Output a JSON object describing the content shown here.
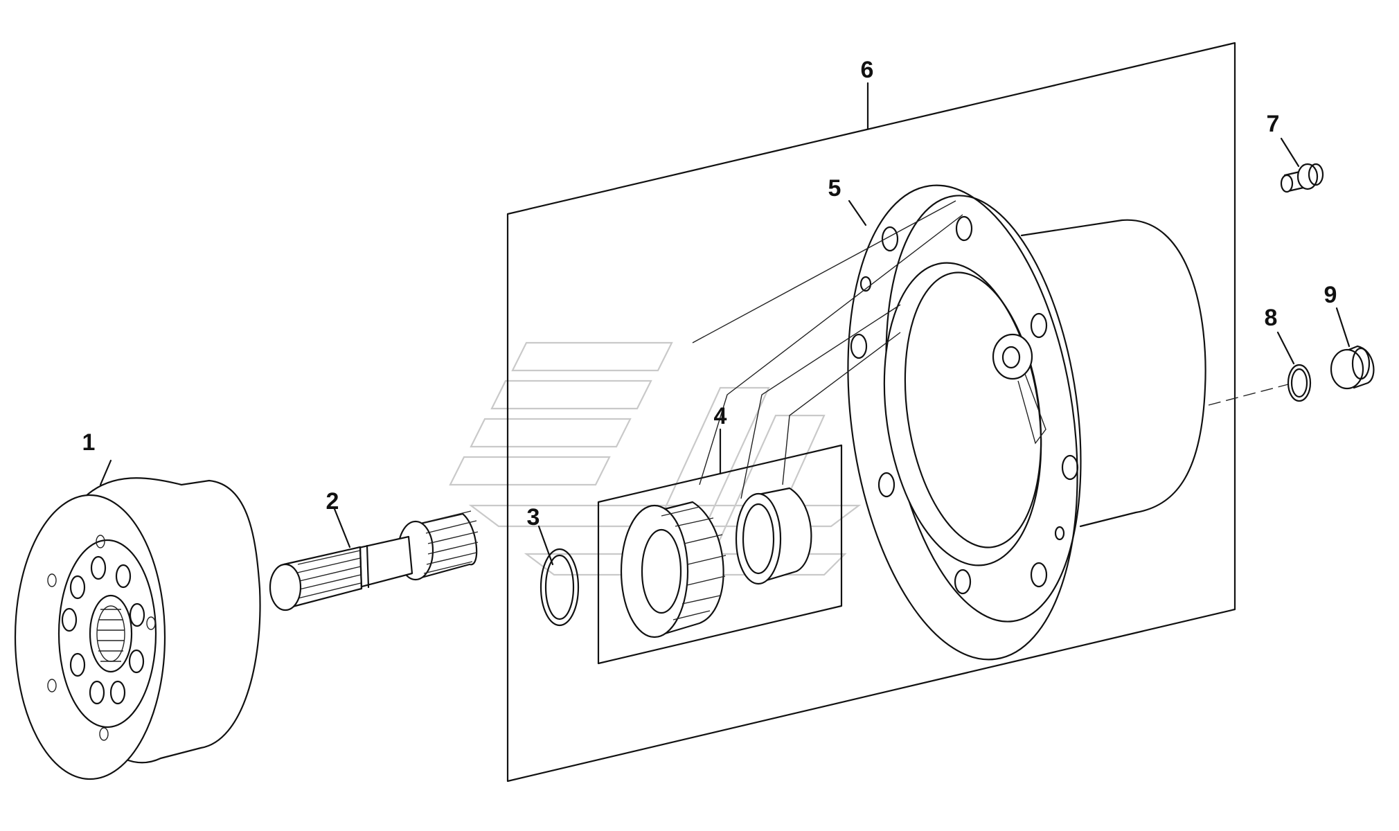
{
  "callouts": [
    {
      "id": "1",
      "label": "1"
    },
    {
      "id": "2",
      "label": "2"
    },
    {
      "id": "3",
      "label": "3"
    },
    {
      "id": "4",
      "label": "4"
    },
    {
      "id": "5",
      "label": "5"
    },
    {
      "id": "6",
      "label": "6"
    },
    {
      "id": "7",
      "label": "7"
    },
    {
      "id": "8",
      "label": "8"
    },
    {
      "id": "9",
      "label": "9"
    }
  ],
  "colors": {
    "ink": "#111111",
    "background": "#ffffff",
    "watermark": "#c9c9c9"
  }
}
